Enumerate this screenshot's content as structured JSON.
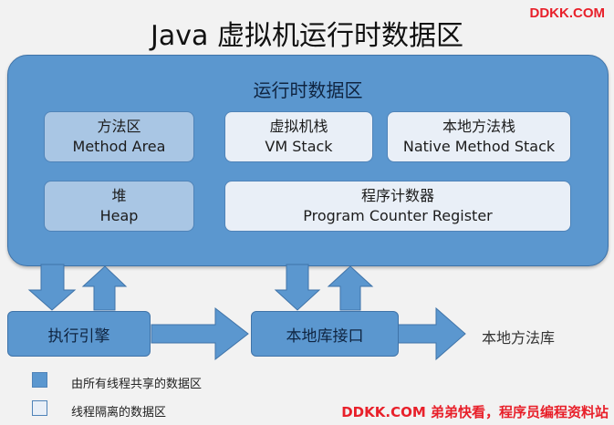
{
  "title": "Java 虚拟机运行时数据区",
  "brand_top": "DDKK.COM",
  "runtime_area": {
    "label": "运行时数据区",
    "blocks": {
      "method_area": {
        "cn": "方法区",
        "en": "Method Area"
      },
      "vm_stack": {
        "cn": "虚拟机栈",
        "en": "VM Stack"
      },
      "native_stack": {
        "cn": "本地方法栈",
        "en": "Native Method Stack"
      },
      "heap": {
        "cn": "堆",
        "en": "Heap"
      },
      "pc_register": {
        "cn": "程序计数器",
        "en": "Program Counter Register"
      }
    }
  },
  "execution_engine": "执行引擎",
  "native_interface": "本地库接口",
  "native_library": "本地方法库",
  "legend": {
    "shared": "由所有线程共享的数据区",
    "private": "线程隔离的数据区"
  },
  "footer": "DDKK.COM 弟弟快看，程序员编程资料站",
  "colors": {
    "runtime_bg": "#5b97cf",
    "shared_box": "#a9c6e4",
    "private_box": "#e9eff7",
    "brand": "#e8202a"
  }
}
